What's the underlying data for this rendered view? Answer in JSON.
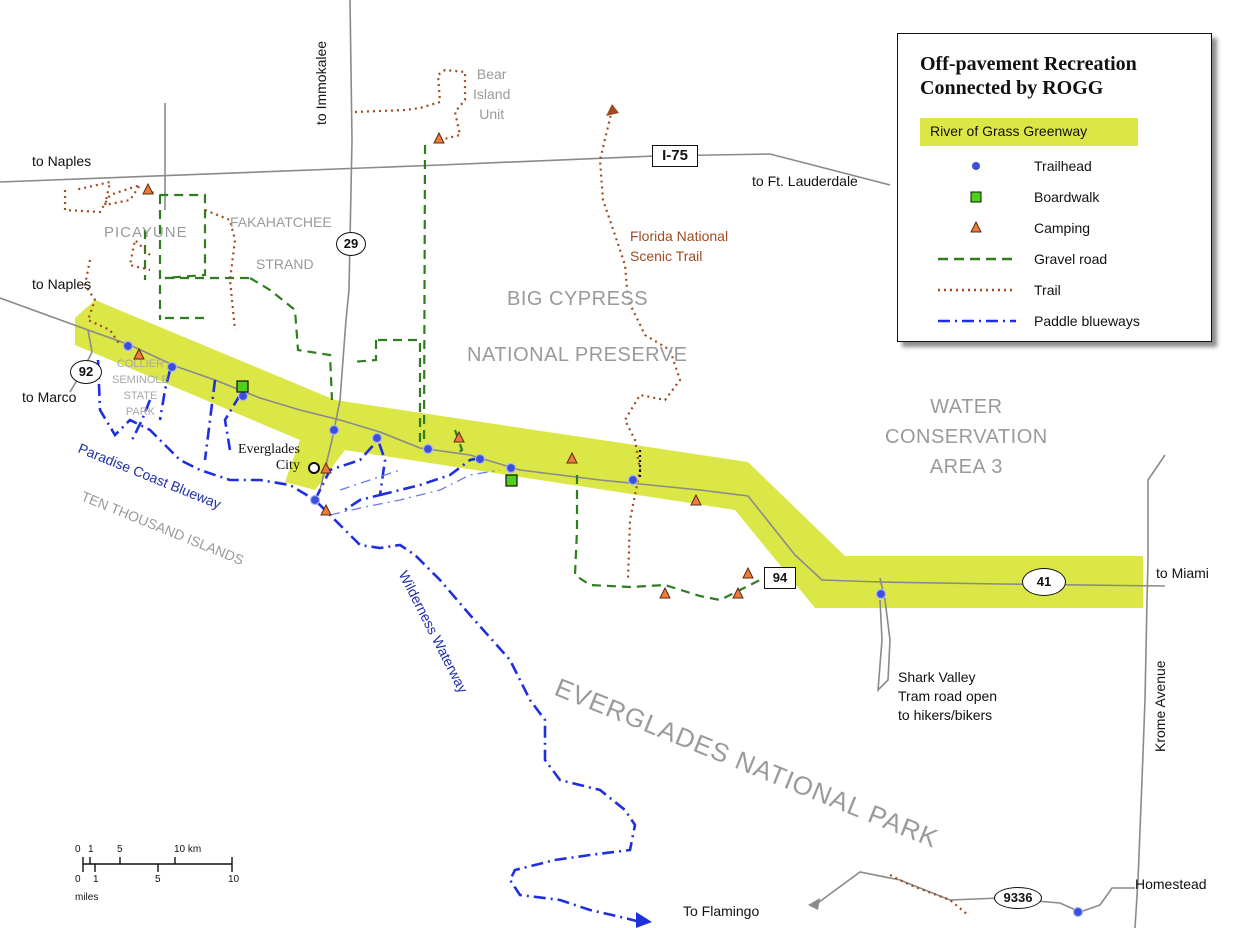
{
  "legend": {
    "title": "Off-pavement Recreation Connected by ROGG",
    "greenway_label": "River of Grass Greenway",
    "items": [
      {
        "label": "Trailhead",
        "symbol": "blue-dot-icon"
      },
      {
        "label": "Boardwalk",
        "symbol": "green-square-icon"
      },
      {
        "label": "Camping",
        "symbol": "orange-triangle-icon"
      },
      {
        "label": "Gravel road",
        "symbol": "green-dashed-line"
      },
      {
        "label": "Trail",
        "symbol": "brown-dotted-line"
      },
      {
        "label": "Paddle blueways",
        "symbol": "blue-dash-dot-line"
      }
    ]
  },
  "labels": {
    "to_naples_1": "to Naples",
    "to_naples_2": "to Naples",
    "to_marco": "to Marco",
    "to_immokalee": "to Immokalee",
    "to_ft_lauderdale": "to Ft. Lauderdale",
    "to_miami": "to Miami",
    "to_flamingo": "To Flamingo",
    "homestead": "Homestead",
    "krome_avenue": "Krome Avenue",
    "bear_island_unit": "Bear\nIsland\nUnit",
    "picayune": "PICAYUNE",
    "fakahatchee": "FAKAHATCHEE",
    "strand": "STRAND",
    "collier_seminole": "COLLIER\nSEMINOLE\nSTATE\nPARK",
    "big_cypress": "BIG  CYPRESS",
    "national_preserve": "NATIONAL PRESERVE",
    "water_conservation": "WATER\nCONSERVATION\nAREA 3",
    "florida_trail": "Florida National\nScenic Trail",
    "everglades_city": "Everglades\nCity",
    "paradise_coast": "Paradise Coast Blueway",
    "ten_thousand_islands": "TEN THOUSAND ISLANDS",
    "wilderness_waterway": "Wilderness Waterway",
    "everglades_np": "EVERGLADES NATIONAL PARK",
    "shark_valley": "Shark Valley\nTram road open\nto hikers/bikers"
  },
  "shields": {
    "i75": "I-75",
    "sr29": "29",
    "sr92": "92",
    "sr94": "94",
    "us41": "41",
    "sr9336": "9336"
  },
  "scale": {
    "km_ticks": [
      "0",
      "1",
      "5",
      "10 km"
    ],
    "mile_ticks": [
      "0",
      "1",
      "5",
      "10"
    ],
    "unit": "miles"
  },
  "colors": {
    "greenway": "#dbe647",
    "road": "#8a8a8a",
    "gravel": "#2f7d1f",
    "trail": "#a04b1f",
    "blueway": "#1e2fe0",
    "trailhead": "#3c4fd8",
    "boardwalk": "#4fd11a",
    "camping": "#f07a3a"
  }
}
